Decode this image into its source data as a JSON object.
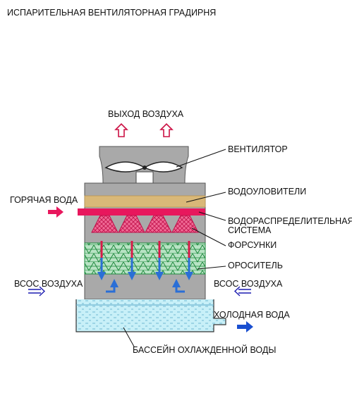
{
  "title": "ИСПАРИТЕЛЬНАЯ ВЕНТИЛЯТОРНАЯ ГРАДИРНЯ",
  "labels": {
    "air_out": "ВЫХОД ВОЗДУХА",
    "fan": "ВЕНТИЛЯТОР",
    "drift_eliminators": "ВОДОУЛОВИТЕЛИ",
    "hot_water": "ГОРЯЧАЯ ВОДА",
    "distribution_line1": "ВОДОРАСПРЕДЕЛИТЕЛЬНАЯ",
    "distribution_line2": "СИСТЕМА",
    "nozzles": "ФОРСУНКИ",
    "fill": "ОРОСИТЕЛЬ",
    "air_in_left": "ВСОС ВОЗДУХА",
    "air_in_right": "ВСОС ВОЗДУХА",
    "cold_water": "ХОЛОДНАЯ ВОДА",
    "basin": "БАССЕЙН ОХЛАЖДЕННОЙ ВОДЫ"
  },
  "icons": {
    "air_out": "hollow-up-arrow",
    "hot_water_in": "solid-right-arrow",
    "air_in": "double-line-arrow",
    "cold_water_out": "solid-right-arrow",
    "water_flow": "down-arrow",
    "air_flow": "up-hook-arrow"
  },
  "colors": {
    "casing": "#a9a9a9",
    "drift_eliminator": "#d9b878",
    "distribution_pipe": "#e8175d",
    "nozzle": "#e8175d",
    "fill": "#2e9e4a",
    "water_flow": "#d81b4a",
    "air_flow": "#2a6fd6",
    "basin_water": "#c8f0f8",
    "air_arrow_in": "#1a1ab0",
    "air_arrow_out": "#cc1144"
  }
}
